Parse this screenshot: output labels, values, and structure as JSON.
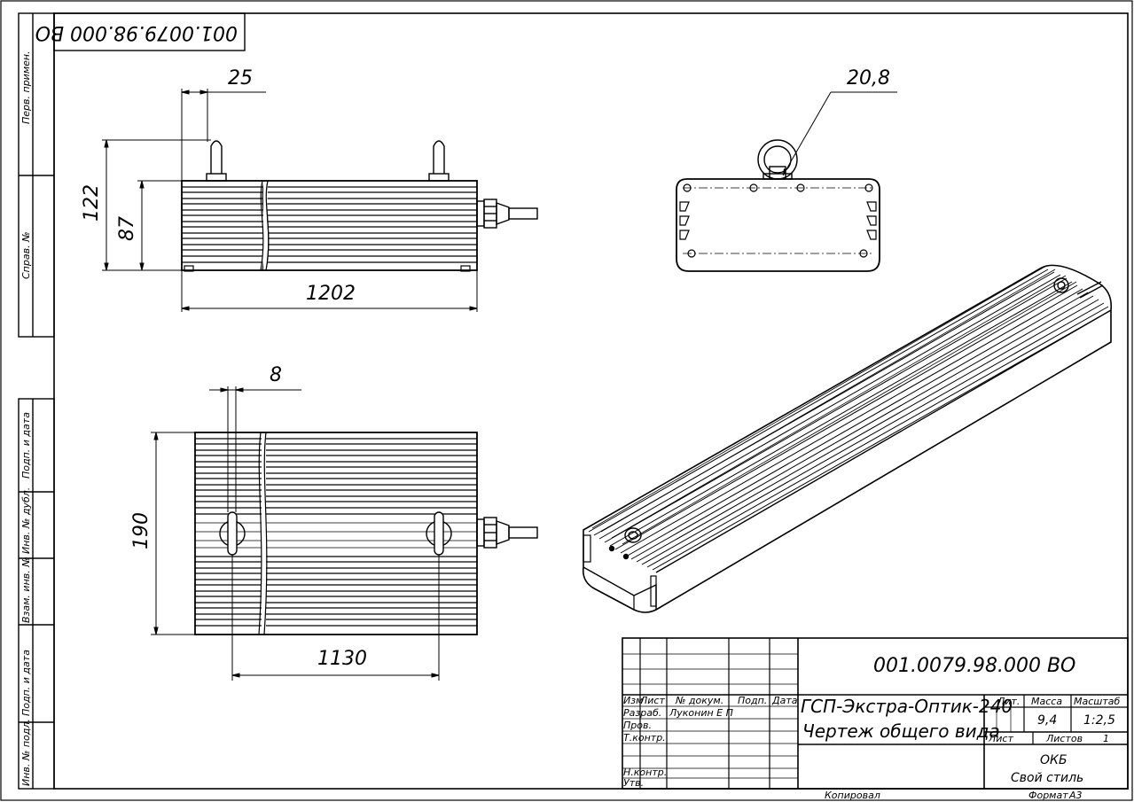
{
  "stamp": {
    "code_rotated": "001.0079.98.000 ВО"
  },
  "side_strip": {
    "labels": [
      "Перв. примен.",
      "Справ. №",
      "Подп. и дата",
      "Инв. № дубл.",
      "Взам. инв. №",
      "Подп. и дата",
      "Инв. № подл."
    ]
  },
  "dimensions": {
    "front_offset": "25",
    "front_height_total": "122",
    "front_height_body": "87",
    "front_length": "1202",
    "end_eyebolt": "20,8",
    "top_offset": "8",
    "top_width": "190",
    "top_mount_spacing": "1130"
  },
  "title_block": {
    "designation": "001.0079.98.000 ВО",
    "name_line1": "ГСП-Экстра-Оптик-240",
    "name_line2": "Чертеж общего вида",
    "col_headers": {
      "izm": "Изм",
      "list": "Лист",
      "doc": "№ докум.",
      "sign": "Подп.",
      "date": "Дата"
    },
    "rows": {
      "razrab": "Разраб.",
      "author": "Луконин Е П",
      "prov": "Пров.",
      "tkontr": "Т.контр.",
      "nkontr": "Н.контр.",
      "utv": "Утв."
    },
    "lit_label": "Лит.",
    "mass_label": "Масса",
    "scale_label": "Масштаб",
    "mass_value": "9,4",
    "scale_value": "1:2,5",
    "sheet_label": "Лист",
    "sheets_label": "Листов",
    "sheets_value": "1",
    "org_line1": "ОКБ",
    "org_line2": "Свой стиль"
  },
  "footer": {
    "copied": "Копировал",
    "format_label": "Формат",
    "format_value": "А3"
  }
}
